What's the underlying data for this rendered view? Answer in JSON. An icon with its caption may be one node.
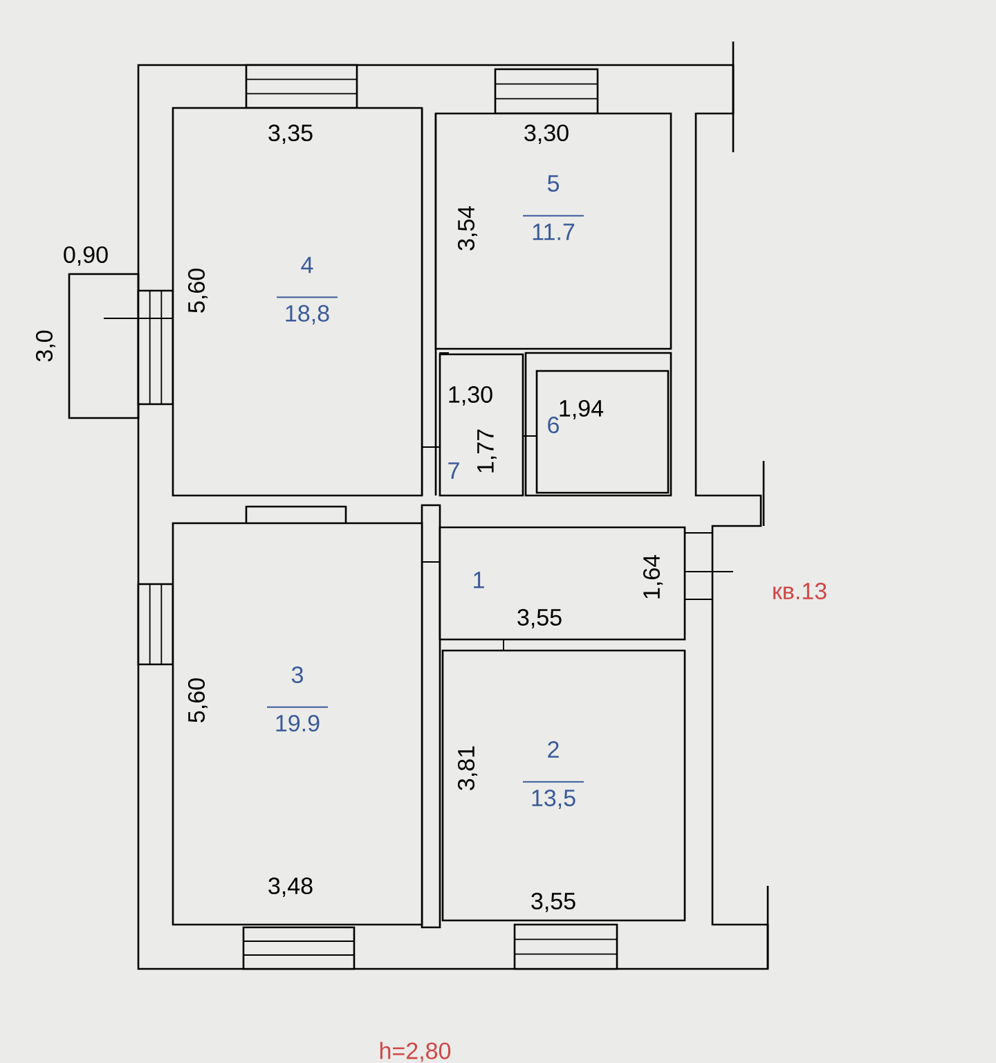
{
  "diagram": {
    "nodes": [
      {
        "text": [
          "4",
          "18,8"
        ]
      },
      {
        "text": [
          "5",
          "11.7"
        ]
      },
      {
        "text": [
          "7"
        ]
      },
      {
        "text": [
          "6"
        ]
      },
      {
        "text": [
          "1"
        ]
      },
      {
        "text": [
          "3",
          "19.9"
        ]
      },
      {
        "text": [
          "2",
          "13,5"
        ]
      }
    ],
    "labels": [
      "3,35",
      "3,30",
      "0,90",
      "3,54",
      "5,60",
      "3,0",
      "1,30",
      "1,94",
      "1,77",
      "1,64",
      "кв.13",
      "3,55",
      "5,60",
      "3,81",
      "3,48",
      "3,55",
      "h=2,80"
    ]
  }
}
